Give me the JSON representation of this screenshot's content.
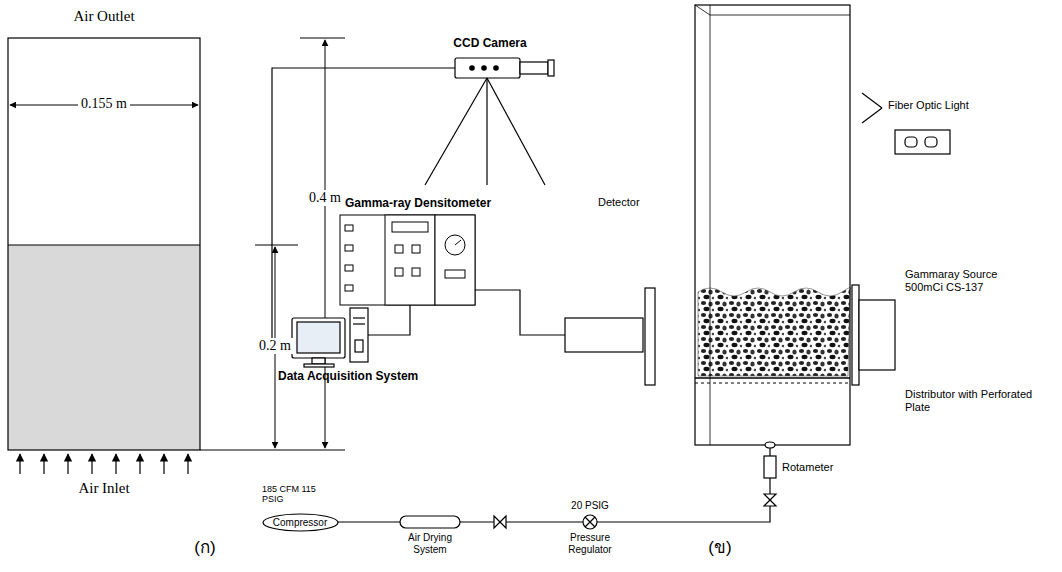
{
  "diagram": {
    "nodes": [
      {
        "text": [
          "Compressor"
        ]
      }
    ],
    "labels": [
      "Air Outlet",
      "0.155 m",
      "0.4 m",
      "0.2 m",
      "Air Inlet",
      "(ก)",
      "CCD Camera",
      "Fiber Optic Light",
      "Gamma-ray Densitometer",
      "Detector",
      "Gammaray Source 500mCi CS-137",
      "Data Acquisition System",
      "Distributor with Perforated Plate",
      "Rotameter",
      "185 CFM 115 PSIG",
      "Air Drying System",
      "20 PSIG",
      "Pressure Regulator",
      "(ข)"
    ]
  }
}
